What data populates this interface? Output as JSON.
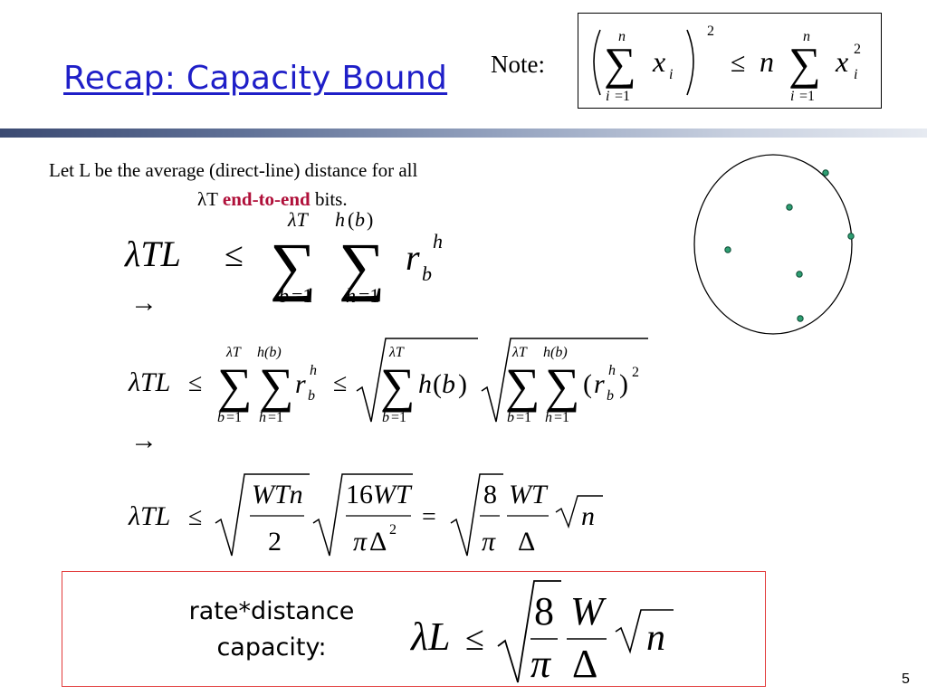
{
  "slide": {
    "title": "Recap: Capacity Bound",
    "note_label": "Note:",
    "intro_line1": "Let L be the average (direct-line) distance for all",
    "intro_lambda": "λT ",
    "intro_emph": "end-to-end",
    "intro_rest": " bits.",
    "arrow": "→",
    "box_line1": "rate*distance",
    "box_line2": "capacity:",
    "page_number": "5"
  },
  "colors": {
    "title": "#1f1fc8",
    "emphasis": "#b0103a",
    "box_border": "#e23a3a",
    "node_fill": "#2e9e72"
  }
}
